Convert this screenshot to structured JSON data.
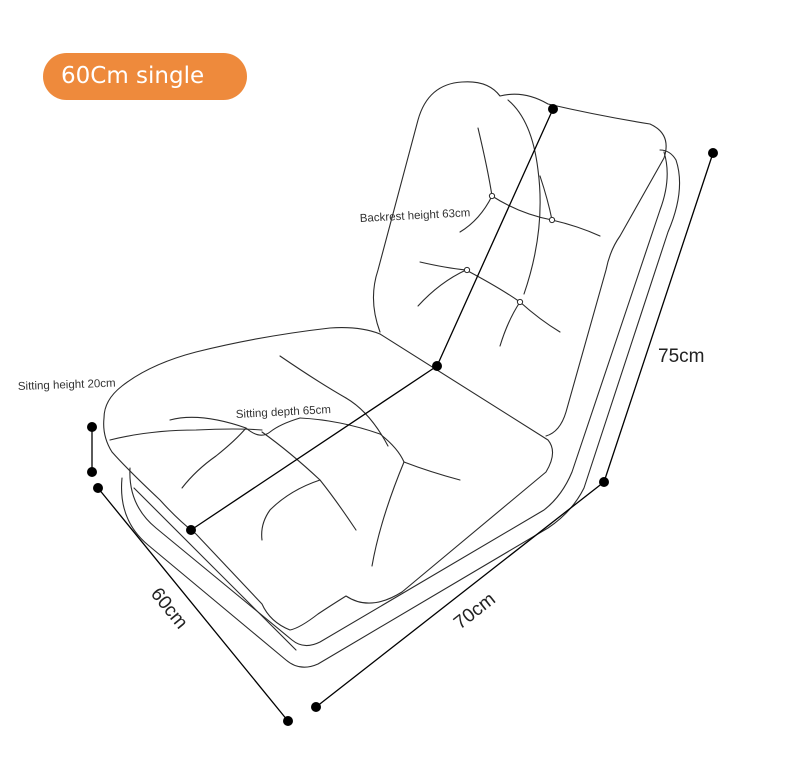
{
  "badge": {
    "text": "60Cm single",
    "color": "#ee8a3c"
  },
  "labels": {
    "backrest_height": "Backrest height 63cm",
    "sitting_height": "Sitting height 20cm",
    "sitting_depth": "Sitting depth 65cm",
    "width": "60cm",
    "length": "70cm",
    "height": "75cm"
  }
}
